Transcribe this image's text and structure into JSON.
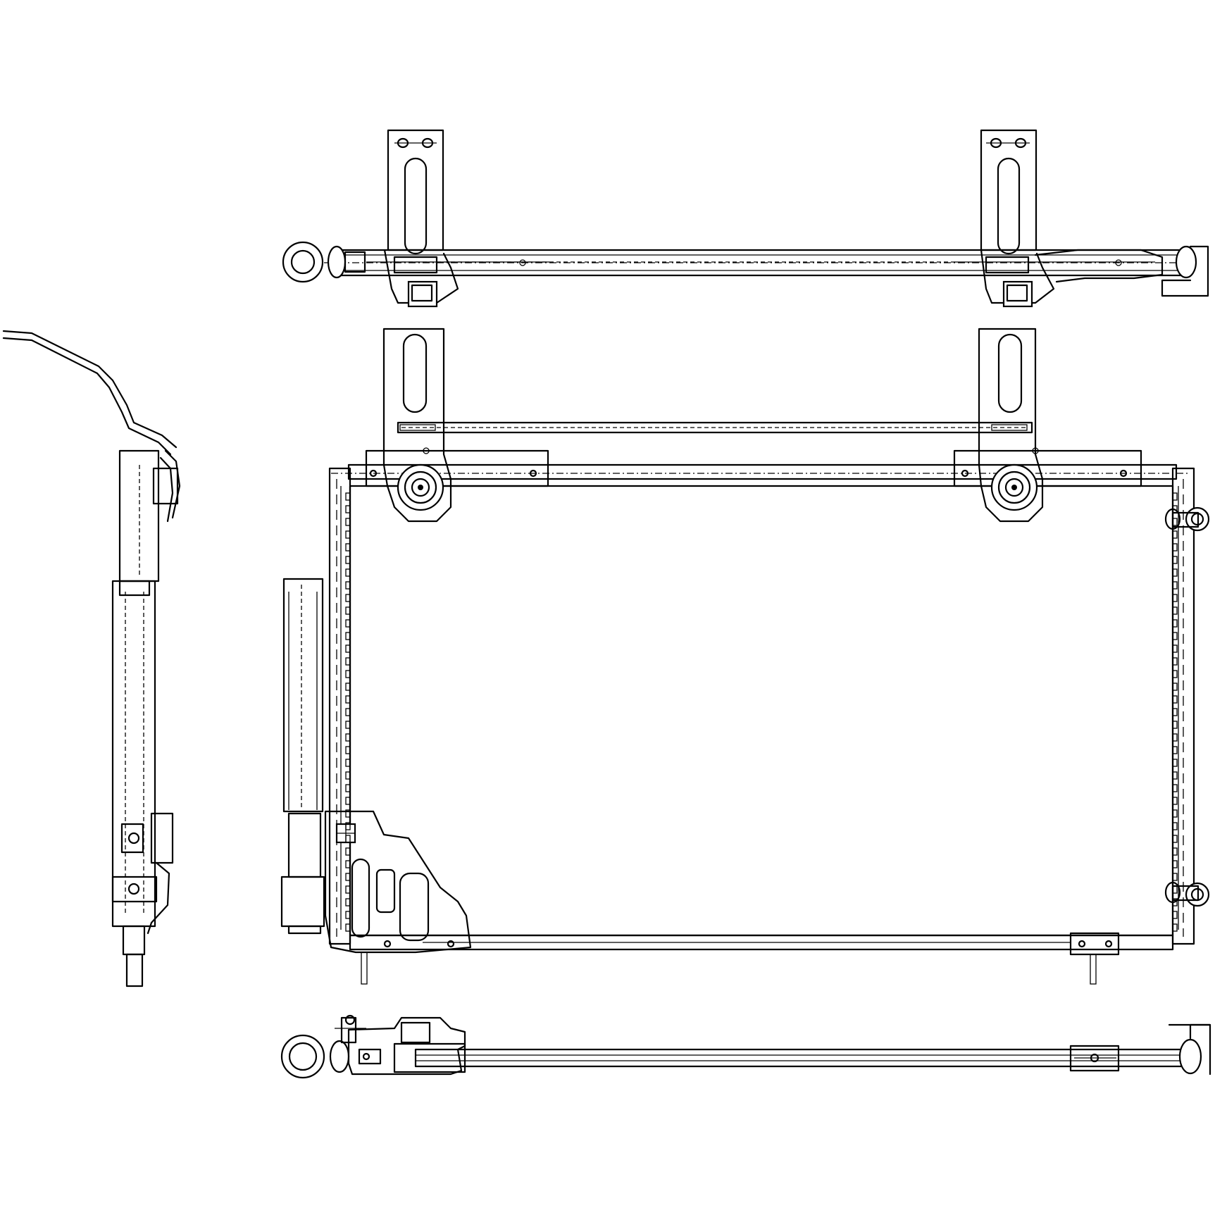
{
  "drawing": {
    "subject": "",
    "stroke_color": "#000000",
    "background_color": "#ffffff"
  },
  "views": [
    {
      "id": "top-view"
    },
    {
      "id": "front-view"
    },
    {
      "id": "side-view"
    },
    {
      "id": "bottom-view"
    }
  ]
}
